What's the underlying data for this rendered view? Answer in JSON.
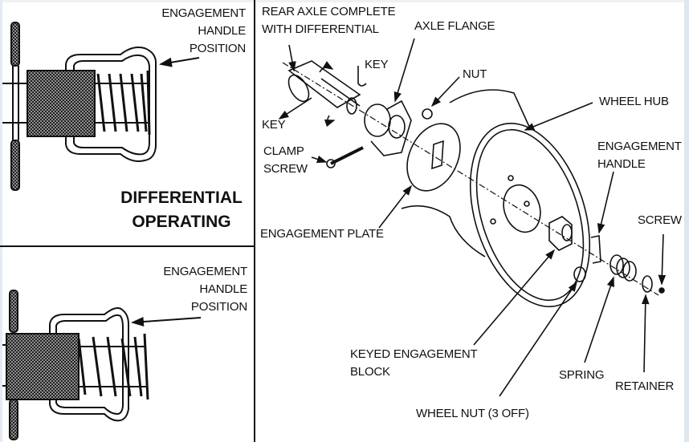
{
  "figure": {
    "panels": {
      "top_left": {
        "callout": [
          "ENGAGEMENT",
          "HANDLE",
          "POSITION"
        ],
        "title": [
          "DIFFERENTIAL",
          "OPERATING"
        ]
      },
      "bottom_left": {
        "callout": [
          "ENGAGEMENT",
          "HANDLE",
          "POSITION"
        ]
      },
      "exploded_view": {
        "labels": {
          "rear_axle": [
            "REAR AXLE COMPLETE",
            "WITH DIFFERENTIAL"
          ],
          "axle_flange": "AXLE FLANGE",
          "key_top": "KEY",
          "nut": "NUT",
          "key_left": "KEY",
          "clamp_screw": [
            "CLAMP",
            "SCREW"
          ],
          "wheel_hub": "WHEEL HUB",
          "engagement_handle": [
            "ENGAGEMENT",
            "HANDLE"
          ],
          "screw": "SCREW",
          "engagement_plate": "ENGAGEMENT PLATE",
          "keyed_block": [
            "KEYED ENGAGEMENT",
            "BLOCK"
          ],
          "spring": "SPRING",
          "retainer": "RETAINER",
          "wheel_nut": "WHEEL NUT (3 OFF)"
        }
      }
    }
  }
}
